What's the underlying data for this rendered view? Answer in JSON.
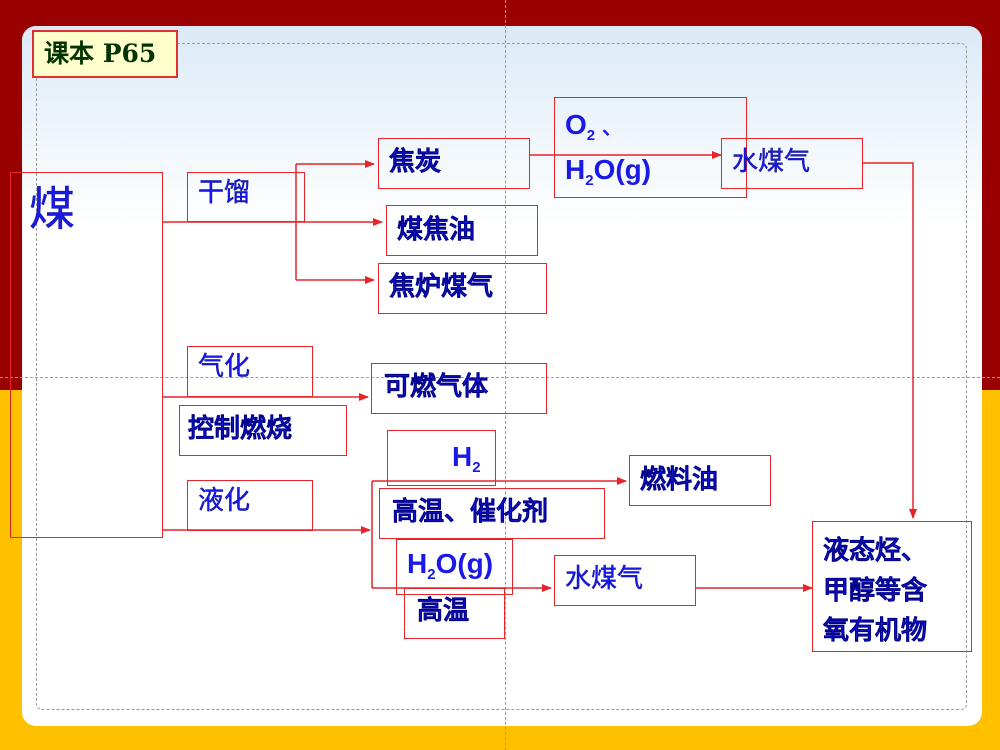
{
  "slide": {
    "title": "课本 P65",
    "colors": {
      "frame_top": "#990000",
      "frame_bottom": "#FFC000",
      "box_border": "#E8232A",
      "text": "#1A1AE6",
      "title_bg": "#FFFFCC",
      "title_text": "#003300"
    }
  },
  "diagram": {
    "root": "煤",
    "processes": {
      "dry_distillation": "干馏",
      "gasification": "气化",
      "controlled_combustion": "控制燃烧",
      "liquefaction": "液化"
    },
    "products": {
      "coke": "焦炭",
      "coal_tar": "煤焦油",
      "coke_oven_gas": "焦炉煤气",
      "water_gas_1": "水煤气",
      "combustible_gas": "可燃气体",
      "fuel_oil": "燃料油",
      "water_gas_2": "水煤气",
      "final": [
        "液态烃、",
        "甲醇等含",
        "氧有机物"
      ]
    },
    "conditions": {
      "o2_h2o": {
        "line1_main": "O",
        "line1_sub": "2",
        "line1_tail": " 、",
        "line2_pre": "H",
        "line2_sub": "2",
        "line2_tail": "O(g)"
      },
      "h2": {
        "main": "H",
        "sub": "2"
      },
      "high_temp_catalyst": "高温、催化剂",
      "h2o_g": {
        "pre": "H",
        "sub": "2",
        "tail": "O(g)"
      },
      "high_temp": "高温"
    }
  }
}
